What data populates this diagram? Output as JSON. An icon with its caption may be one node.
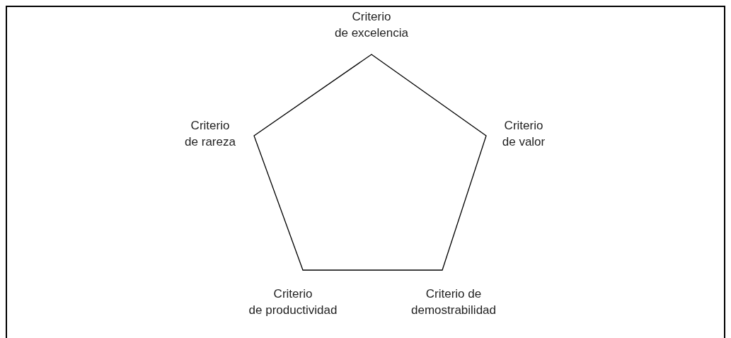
{
  "diagram": {
    "labels": [
      "Criterio de excelencia",
      "Criterio de rareza",
      "Criterio de valor",
      "Criterio de productividad",
      "Criterio de demostrabilidad"
    ]
  }
}
